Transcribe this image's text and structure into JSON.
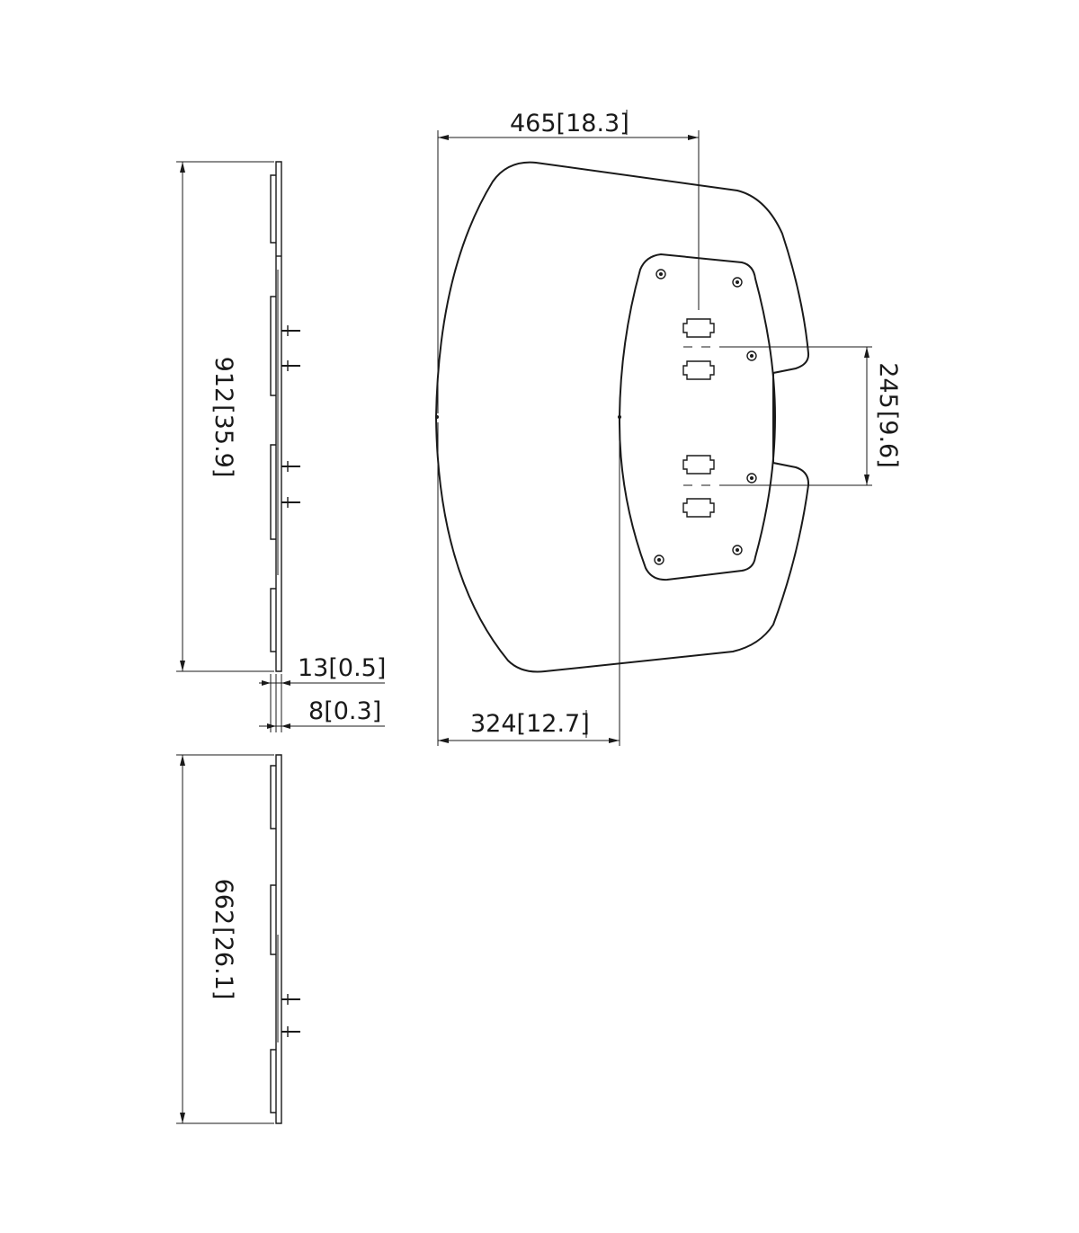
{
  "dimensions": {
    "width_top": {
      "mm": "465",
      "inch": "18.3"
    },
    "width_bottom": {
      "mm": "324",
      "inch": "12.7"
    },
    "height_side": {
      "mm": "912",
      "inch": "35.9"
    },
    "spacing_vertical": {
      "mm": "245",
      "inch": "9.6"
    },
    "thickness_total": {
      "mm": "13",
      "inch": "0.5"
    },
    "thickness_plate": {
      "mm": "8",
      "inch": "0.3"
    },
    "height_lower_view": {
      "mm": "662",
      "inch": "26.1"
    }
  }
}
